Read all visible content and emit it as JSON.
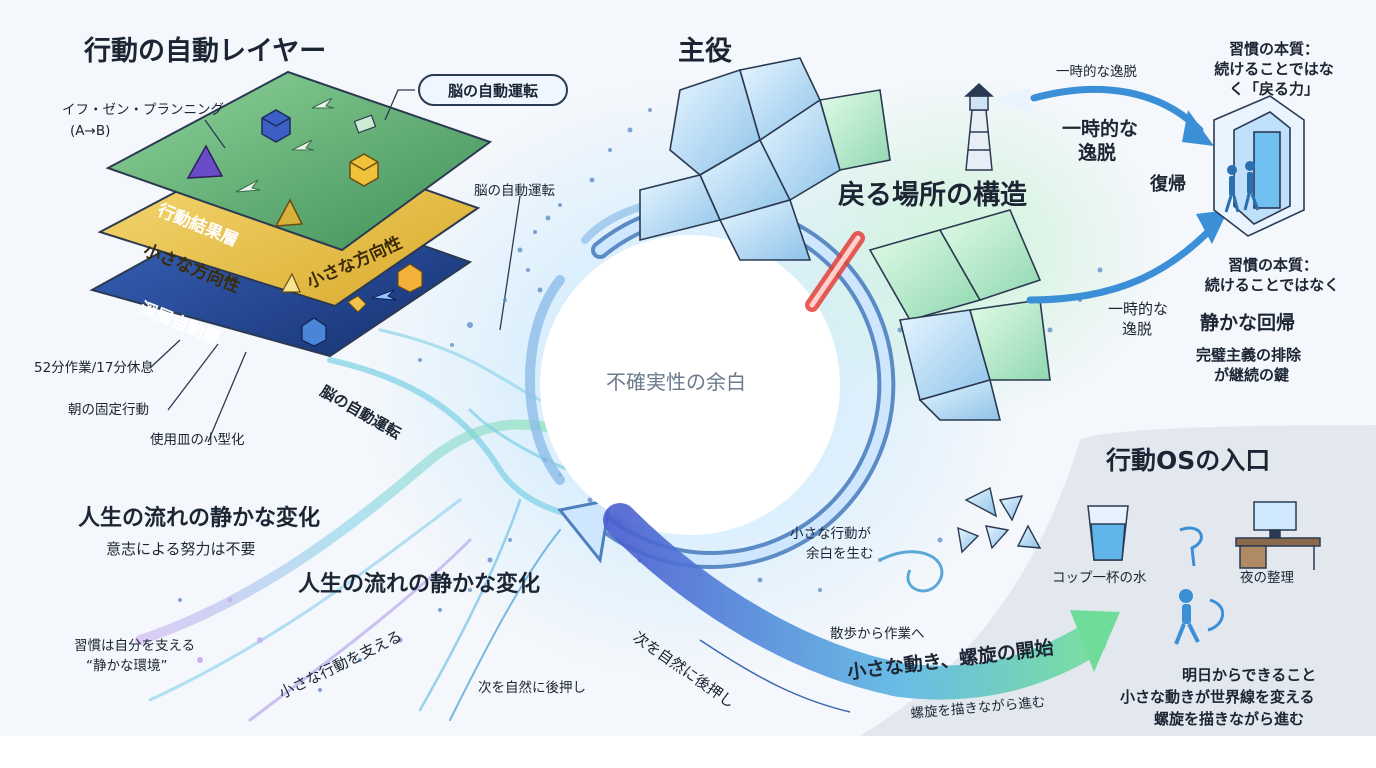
{
  "labels": {
    "title_layers": "行動の自動レイヤー",
    "if_then": "イフ・ゼン・プランニング",
    "a_to_b": "(A→B)",
    "brain_pill": "脳の自動運転",
    "brain_small": "脳の自動運転",
    "layer_top": "行動結果層",
    "layer_mid_left": "小さな方向性",
    "layer_mid_right": "小さな方向性",
    "layer_bottom": "深層自動層",
    "work_rest": "52分作業/17分休息",
    "morning": "朝の固定行動",
    "plate": "使用皿の小型化",
    "brain_diag": "脳の自動運転",
    "life_flow_1": "人生の流れの静かな変化",
    "no_willpower": "意志による努力は不要",
    "life_flow_2": "人生の流れの静かな変化",
    "habit_env_1": "習慣は自分を支える",
    "habit_env_2": "“静かな環境”",
    "small_support": "小さな行動を支える",
    "push_next_1": "次を自然に後押し",
    "push_next_2": "次を自然に後押し",
    "main_role": "主役",
    "uncertainty": "不確実性の余白",
    "temp_escape_top": "一時的な逸脱",
    "temp_escape_mid_1": "一時的な",
    "temp_escape_mid_2": "逸脱",
    "return_label": "復帰",
    "return_structure": "戻る場所の構造",
    "essence_top_1": "習慣の本質：",
    "essence_top_2": "続けることではな",
    "essence_top_3": "く「戻る力」",
    "essence_mid_1": "習慣の本質：",
    "essence_mid_2": "続けることではなく",
    "temp_escape_low_1": "一時的な",
    "temp_escape_low_2": "逸脱",
    "quiet_return": "静かな回帰",
    "perfection_1": "完璧主義の排除",
    "perfection_2": "が継続の鍵",
    "os_entrance": "行動OSの入口",
    "water": "コップ一杯の水",
    "night": "夜の整理",
    "small_action_1": "小さな行動が",
    "small_action_2": "余白を生む",
    "walk_to_work": "散歩から作業へ",
    "spiral_start": "小さな動き、螺旋の開始",
    "spiral_adv": "螺旋を描きながら進む",
    "tomorrow": "明日からできること",
    "worldline": "小さな動きが世界線を変える",
    "spiral_adv_2": "螺旋を描きながら進む"
  },
  "colors": {
    "layer_top": "#5fb36e",
    "layer_mid": "#e2bf45",
    "layer_bottom": "#1f3f8a",
    "accent_blue": "#3a8fd6",
    "accent_red": "#e5403a",
    "flow_teal": "#5fc6c9"
  },
  "icons": [
    "cube-icon",
    "pyramid-icon",
    "arrow-icon",
    "lighthouse-icon",
    "door-icon",
    "walking-people-icon",
    "water-glass-icon",
    "desk-icon",
    "walker-icon"
  ]
}
